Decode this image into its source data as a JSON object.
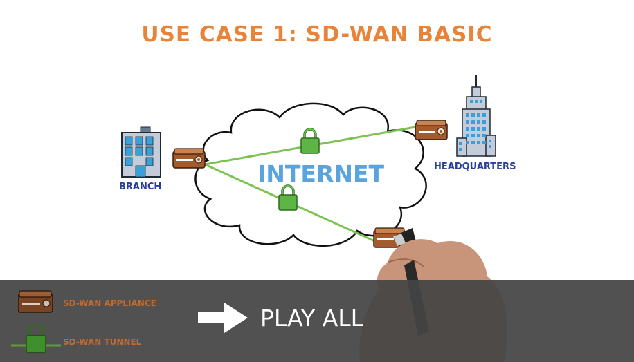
{
  "title": "USE CASE 1: SD-WAN BASIC",
  "labels": {
    "branch": "BRANCH",
    "headquarters": "HEADQUARTERS",
    "internet": "INTERNET"
  },
  "legend": {
    "appliance": "SD-WAN APPLIANCE",
    "tunnel": "SD-WAN TUNNEL"
  },
  "play_all": "PLAY ALL",
  "colors": {
    "title": "#e8833a",
    "label_blue": "#2a3f9a",
    "internet_blue": "#5aa3dc",
    "tunnel_green": "#7cc353",
    "lock_green": "#5cb545",
    "appliance_brown": "#a35a2c",
    "overlay": "#444444",
    "legend_text": "#c46a2e"
  },
  "icons": {
    "branch": "office-building-icon",
    "headquarters": "skyscraper-icon",
    "appliance": "router-appliance-icon",
    "lock": "padlock-icon",
    "cloud": "cloud-icon",
    "play": "arrow-right-icon",
    "hand": "hand-drawing-icon"
  }
}
